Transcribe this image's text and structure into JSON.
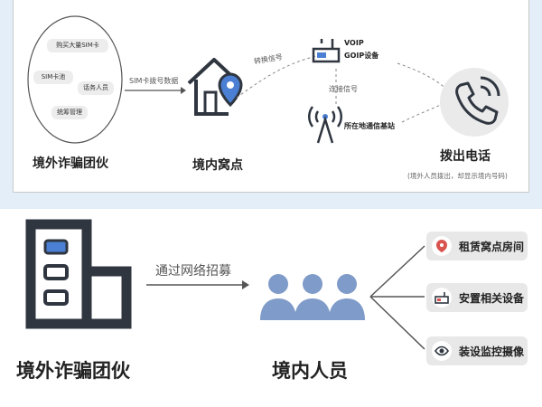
{
  "top": {
    "circle_items": [
      "购买大量SIM卡",
      "SIM卡池",
      "话务人员",
      "统筹管理"
    ],
    "gang_label": "境外诈骗团伙",
    "arrow_label": "SIM卡拨号数据",
    "den_label": "境内窝点",
    "convert_label": "转换信号",
    "voip_label_1": "VOIP",
    "voip_label_2": "GOIP设备",
    "connect_label": "连接信号",
    "station_label": "所在地通信基站",
    "call_label": "拨出电话",
    "call_note": "(境外人员拨出，却显示境内号码)"
  },
  "bottom": {
    "gang_label": "境外诈骗团伙",
    "recruit_label": "通过网络招募",
    "people_label": "境内人员",
    "options": [
      {
        "label": "租赁窝点房间",
        "icon": "location-pin-icon"
      },
      {
        "label": "安置相关设备",
        "icon": "router-device-icon"
      },
      {
        "label": "装设监控摄像",
        "icon": "camera-eye-icon"
      }
    ]
  },
  "colors": {
    "accent_blue": "#4a7fd4",
    "icon_dark": "#2f3640",
    "people_blue": "#7f9bc9",
    "pin_red": "#d9534f",
    "background": "#e3eef8"
  }
}
